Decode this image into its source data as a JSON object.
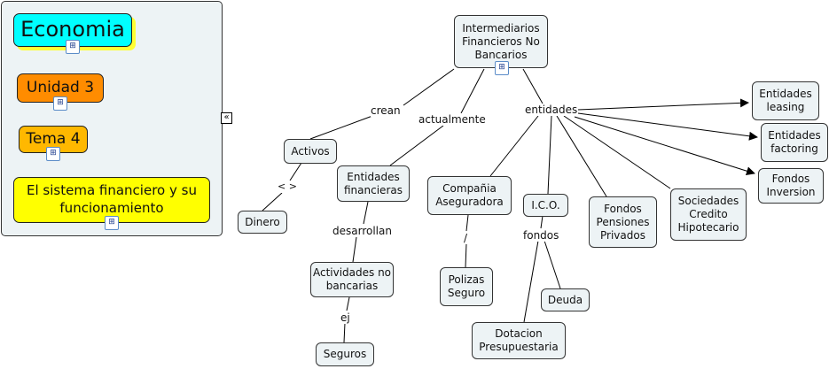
{
  "nav": {
    "economia": "Economia",
    "unidad": "Unidad 3",
    "tema": "Tema 4",
    "sistema": "El sistema financiero y su funcionamiento",
    "collapse_icon": "«"
  },
  "nodes": {
    "intermediarios": "Intermediarios Financieros No Bancarios",
    "activos": "Activos",
    "entidades_financieras": "Entidades financieras",
    "dinero": "Dinero",
    "actividades": "Actividades no bancarias",
    "seguros": "Seguros",
    "compania": "Compañia Aseguradora",
    "ico": "I.C.O.",
    "fondos_pensiones": "Fondos Pensiones Privados",
    "sociedades": "Sociedades Credito Hipotecario",
    "polizas": "Polizas Seguro",
    "deuda": "Deuda",
    "dotacion": "Dotacion Presupuestaria",
    "leasing": "Entidades leasing",
    "factoring": "Entidades factoring",
    "fondos_inversion": "Fondos Inversion"
  },
  "links": {
    "crean": "crean",
    "actualmente": "actualmente",
    "entidades": "entidades",
    "desarrollan": "desarrollan",
    "ej": "ej",
    "diamond": "< >",
    "slash": "/",
    "fondos": "fondos"
  }
}
